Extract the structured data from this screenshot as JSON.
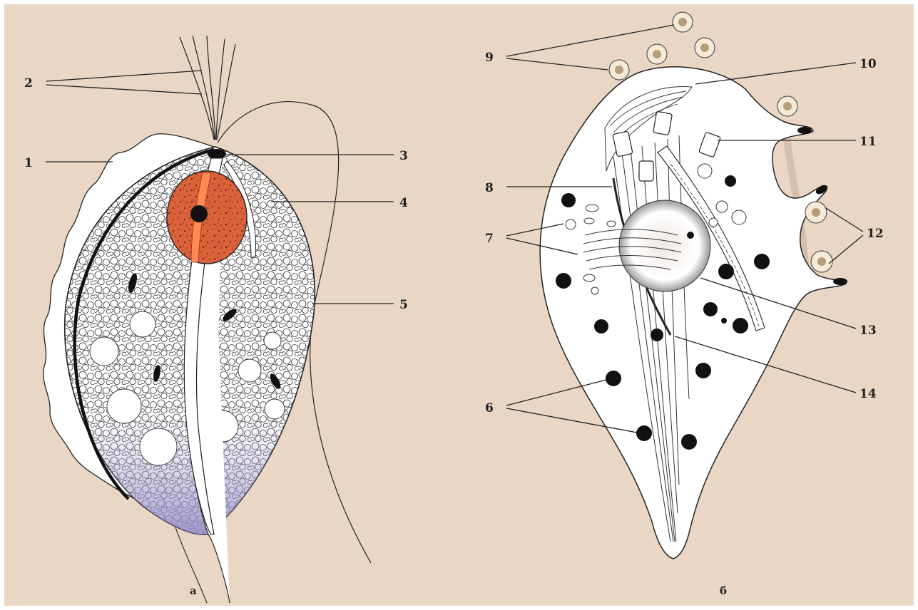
{
  "figure": {
    "panel_a": {
      "caption": "а",
      "labels": [
        "1",
        "2",
        "3",
        "4",
        "5"
      ]
    },
    "panel_b": {
      "caption": "б",
      "labels": [
        "6",
        "7",
        "8",
        "9",
        "10",
        "11",
        "12",
        "13",
        "14"
      ]
    }
  },
  "colors": {
    "background": "#e9d6c4",
    "nucleus": "#d9623a",
    "body": "#ffffff",
    "cell_shading": "#b9b3d9",
    "inclusions": "#111111"
  }
}
